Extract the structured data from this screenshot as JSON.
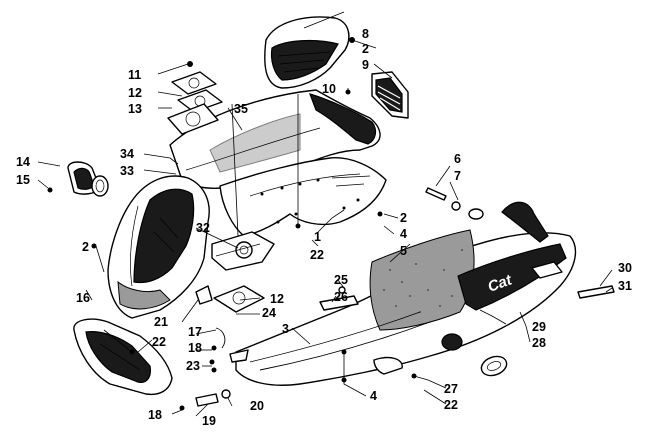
{
  "callouts": {
    "c1": "1",
    "c2a": "2",
    "c2b": "2",
    "c2c": "2",
    "c3": "3",
    "c4a": "4",
    "c4b": "4",
    "c5": "5",
    "c6": "6",
    "c7": "7",
    "c8": "8",
    "c9": "9",
    "c10": "10",
    "c11": "11",
    "c12a": "12",
    "c12b": "12",
    "c13": "13",
    "c14": "14",
    "c15": "15",
    "c16": "16",
    "c17": "17",
    "c18a": "18",
    "c18b": "18",
    "c19": "19",
    "c20": "20",
    "c21": "21",
    "c22a": "22",
    "c22b": "22",
    "c22c": "22",
    "c23": "23",
    "c24": "24",
    "c25": "25",
    "c26": "26",
    "c27": "27",
    "c28": "28",
    "c29": "29",
    "c30": "30",
    "c31": "31",
    "c32": "32",
    "c33": "33",
    "c34": "34",
    "c35": "35"
  },
  "decal_text": "Cat"
}
